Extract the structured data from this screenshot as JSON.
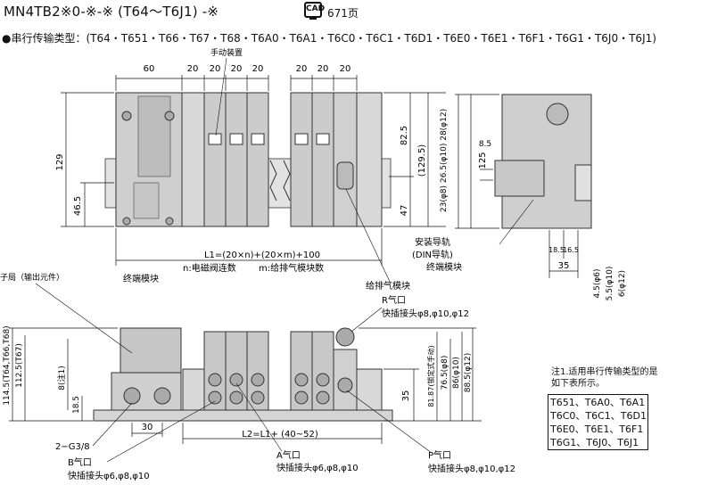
{
  "header": {
    "title": "MN4TB2※0-※-※ (T64～T6J1) -※",
    "cad_label": "CAD",
    "cad_page": "671页",
    "subtitle": "●串行传输类型：(T64・T651・T66・T67・T68・T6A0・T6A1・T6C0・T6C1・T6D1・T6E0・T6E1・T6F1・T6G1・T6J0・T6J1)"
  },
  "top_view": {
    "dims_top": [
      "60",
      "20",
      "20",
      "20",
      "20",
      "20",
      "20",
      "20"
    ],
    "manual_device": "手动装置",
    "dim_129": "129",
    "dim_46_5": "46.5",
    "dim_82_5": "82.5",
    "dim_129_5": "(129.5)",
    "dim_47": "47",
    "l1_formula": "L1=(20×n)+(20×m)+100",
    "n_label": "n:电磁阀连数",
    "m_label": "m:给排气模块数",
    "end_block_left": "终端模块",
    "supply_block": "给排气模块"
  },
  "side_view": {
    "rail": "安装导轨",
    "din_rail": "(DIN导轨)",
    "end_block": "终端模块",
    "dim_125": "125",
    "dim_8_5": "8.5",
    "dim_vert_labels": "23(φ8) 26.5(φ10) 28(φ12)",
    "dim_18_5": "18.5",
    "dim_16_5": "16.5",
    "dim_35": "35",
    "dims_bottom": [
      "4.5(φ6)",
      "5.5(φ10)",
      "6(φ12)"
    ]
  },
  "front_view": {
    "child_station": "子局（输出元件）",
    "dim_114_5": "114.5(T64,T66,T68)",
    "dim_112_5": "112.5(T67)",
    "dim_8_note": "8(注1)",
    "dim_18_5": "18.5",
    "dim_30": "30",
    "g38": "2−G3/8",
    "b_port": "B气口",
    "b_fittings": "快插接头φ6,φ8,φ10",
    "a_port": "A气口",
    "a_fittings": "快插接头φ6,φ8,φ10",
    "r_port": "R气口",
    "r_fittings": "快插接头φ8,φ10,φ12",
    "p_port": "P气口",
    "p_fittings": "快插接头φ8,φ10,φ12",
    "l2_formula": "L2=L1+ (40~52)",
    "dim_35": "35",
    "dim_81_87": "81.87(锁定式手动)",
    "dim_76_5": "76.5(φ8)",
    "dim_86": "86(φ10)",
    "dim_88_5": "88.5(φ12)"
  },
  "note": {
    "title": "注1.适用串行传输类型的是如下表所示。",
    "rows": [
      "T651、T6A0、T6A1",
      "T6C0、T6C1、T6D1",
      "T6E0、T6E1、T6F1",
      "T6G1、T6J0、T6J1"
    ]
  }
}
